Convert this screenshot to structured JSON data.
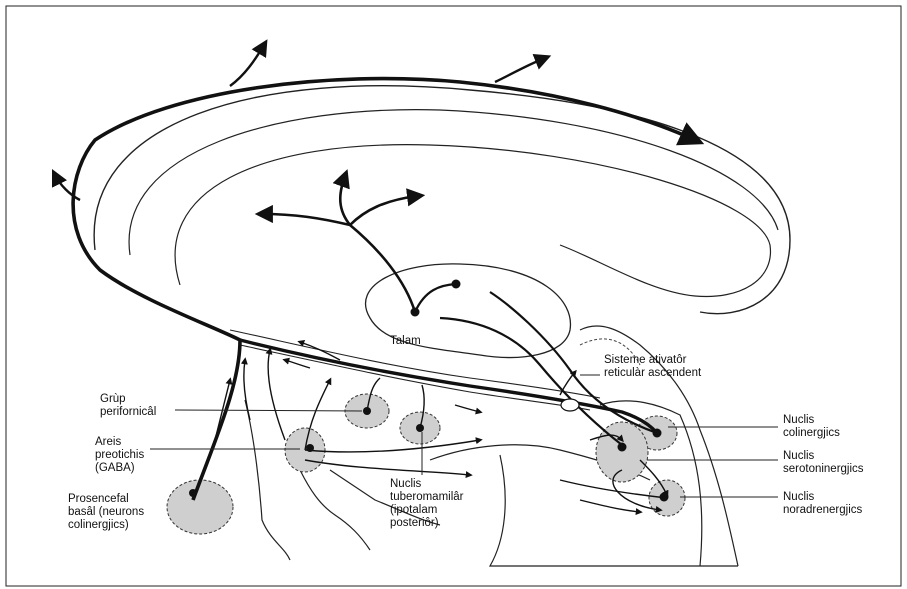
{
  "labels": {
    "talam": "Talam",
    "sisteme": [
      "Sisteme ativatôr",
      "reticulàr ascendent"
    ],
    "grup": [
      "Grùp",
      "perifornicâl"
    ],
    "areis": [
      "Areis",
      "preotichis",
      "(GABA)"
    ],
    "prosencefal": [
      "Prosencefal",
      "basâl (neurons",
      "colinergjics)"
    ],
    "tuberomamilar": [
      "Nuclis",
      "tuberomamilâr",
      "(ipotalam",
      "posteriôr)"
    ],
    "colinergjics": [
      "Nuclis",
      "colinergjics"
    ],
    "serotoninergjics": [
      "Nuclis",
      "serotoninergjics"
    ],
    "noradrenergjics": [
      "Nuclis",
      "noradrenergjics"
    ]
  },
  "colors": {
    "line": "#111111",
    "nucleus_fill": "#cfcfcf",
    "background": "#ffffff"
  }
}
